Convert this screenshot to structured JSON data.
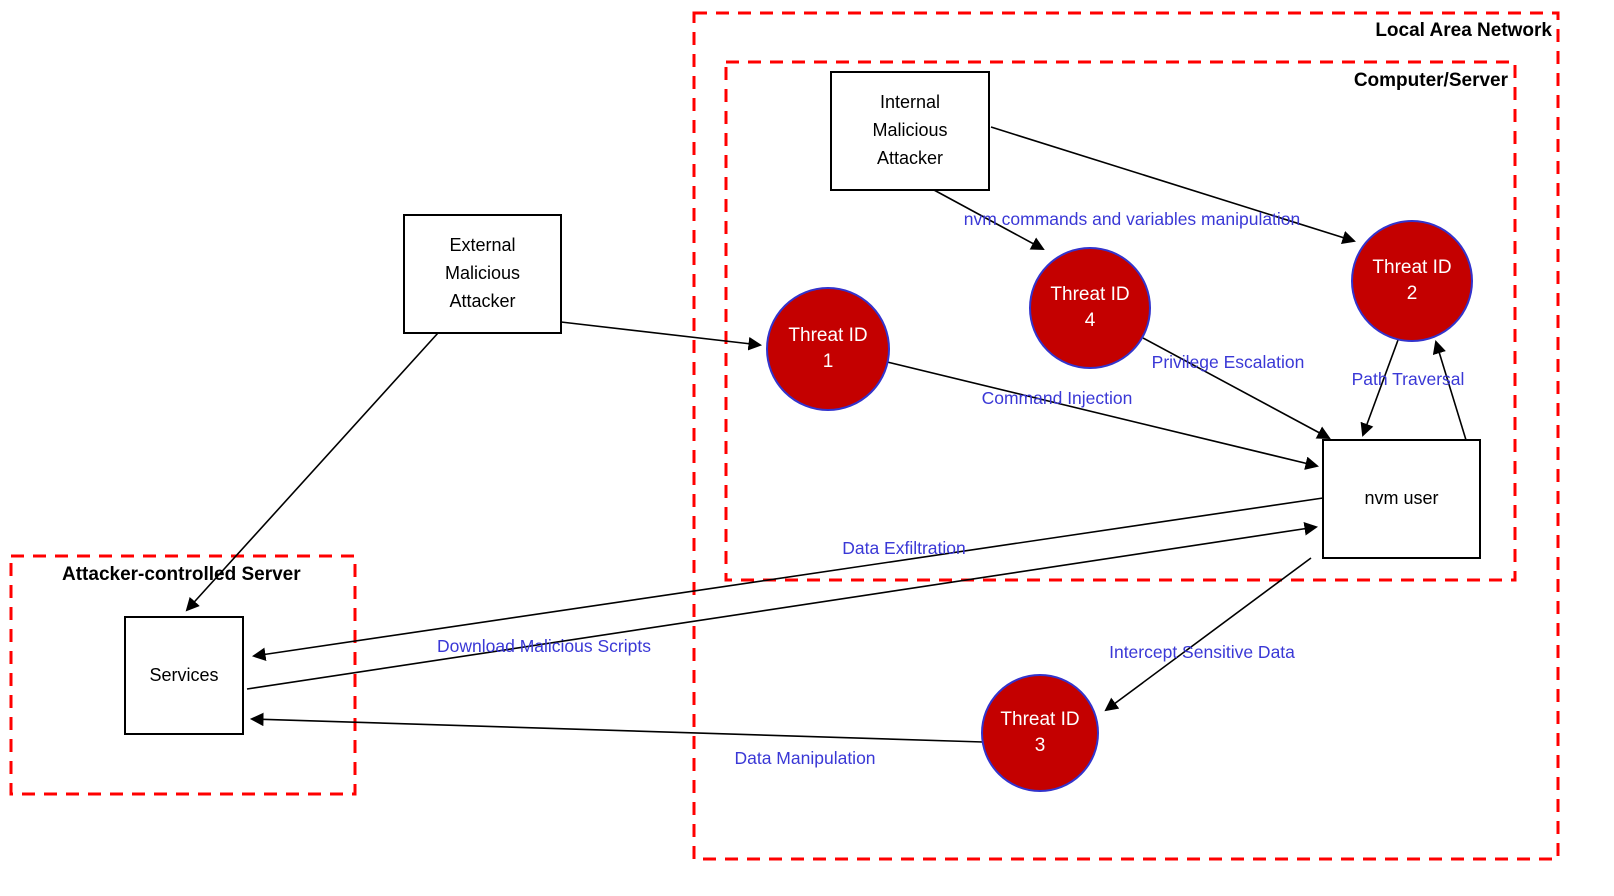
{
  "containers": {
    "lan": "Local Area Network",
    "computer": "Computer/Server",
    "attacker_server": "Attacker-controlled Server"
  },
  "nodes": {
    "internal_attacker": "Internal\nMalicious\nAttacker",
    "external_attacker": "External\nMalicious\nAttacker",
    "nvm_user": "nvm user",
    "services": "Services"
  },
  "threats": {
    "t1": "Threat ID\n1",
    "t2": "Threat ID\n2",
    "t3": "Threat ID\n3",
    "t4": "Threat ID\n4"
  },
  "flows": {
    "nvm_commands": "nvm commands and variables manipulation",
    "privilege_escalation": "Privilege Escalation",
    "path_traversal": "Path Traversal",
    "command_injection": "Command Injection",
    "data_exfiltration": "Data Exfiltration",
    "download_malicious_scripts": "Download Malicious Scripts",
    "intercept_sensitive_data": "Intercept Sensitive Data",
    "data_manipulation": "Data Manipulation"
  },
  "colors": {
    "container_border": "#ff0000",
    "node_border": "#000000",
    "threat_fill": "#c40000",
    "threat_border": "#3333cc",
    "flow_label": "#3a38d6",
    "arrow": "#000000"
  }
}
